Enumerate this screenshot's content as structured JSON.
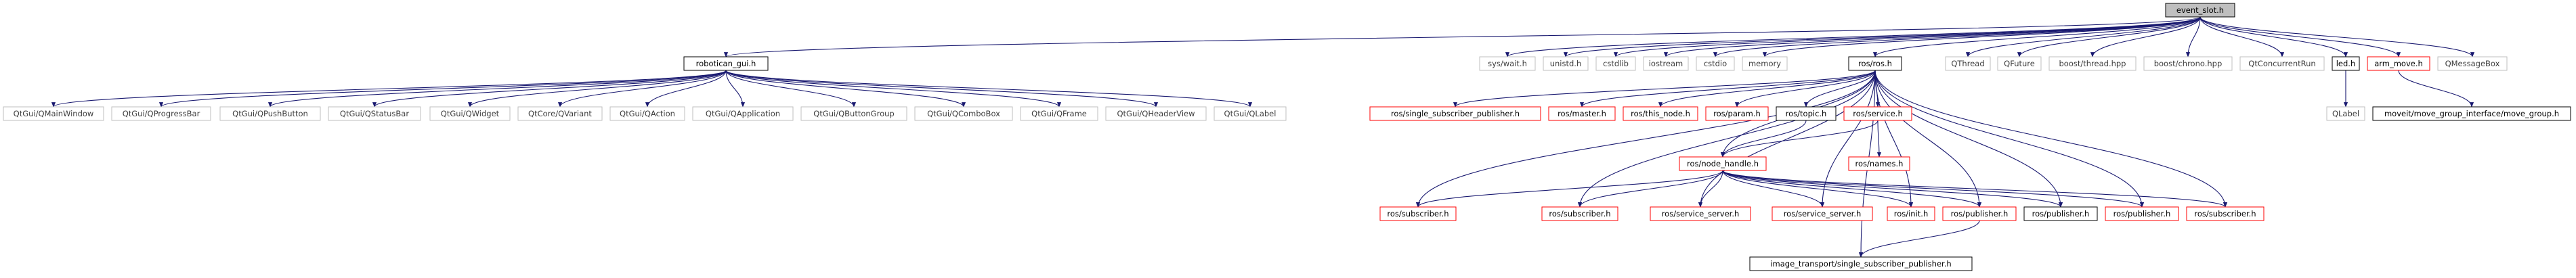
{
  "title": "event_slot.h",
  "colors": {
    "edge": "#191970",
    "border_black": "#000000",
    "border_gray": "#bfbfbf",
    "border_red": "#ff0000",
    "root_fill": "#bfbfbf",
    "text_main": "#000000",
    "text_gray": "#3c3c3c"
  },
  "nodes": [
    {
      "id": "event_slot",
      "label": "event_slot.h",
      "style": "root"
    },
    {
      "id": "robotican_gui",
      "label": "robotican_gui.h",
      "style": "black"
    },
    {
      "id": "sys_wait",
      "label": "sys/wait.h",
      "style": "gray"
    },
    {
      "id": "unistd",
      "label": "unistd.h",
      "style": "gray"
    },
    {
      "id": "cstdlib",
      "label": "cstdlib",
      "style": "gray"
    },
    {
      "id": "iostream",
      "label": "iostream",
      "style": "gray"
    },
    {
      "id": "cstdio",
      "label": "cstdio",
      "style": "gray"
    },
    {
      "id": "memory",
      "label": "memory",
      "style": "gray"
    },
    {
      "id": "ros_ros",
      "label": "ros/ros.h",
      "style": "black"
    },
    {
      "id": "qthread",
      "label": "QThread",
      "style": "gray"
    },
    {
      "id": "qfuture",
      "label": "QFuture",
      "style": "gray"
    },
    {
      "id": "boost_thread",
      "label": "boost/thread.hpp",
      "style": "gray"
    },
    {
      "id": "boost_chrono",
      "label": "boost/chrono.hpp",
      "style": "gray"
    },
    {
      "id": "qconcurrent",
      "label": "QtConcurrentRun",
      "style": "gray"
    },
    {
      "id": "led",
      "label": "led.h",
      "style": "black"
    },
    {
      "id": "arm_move",
      "label": "arm_move.h",
      "style": "red"
    },
    {
      "id": "qmessagebox",
      "label": "QMessageBox",
      "style": "gray"
    },
    {
      "id": "qmainwindow",
      "label": "QtGui/QMainWindow",
      "style": "gray"
    },
    {
      "id": "qprogressbar",
      "label": "QtGui/QProgressBar",
      "style": "gray"
    },
    {
      "id": "qpushbutton",
      "label": "QtGui/QPushButton",
      "style": "gray"
    },
    {
      "id": "qstatusbar",
      "label": "QtGui/QStatusBar",
      "style": "gray"
    },
    {
      "id": "qwidget",
      "label": "QtGui/QWidget",
      "style": "gray"
    },
    {
      "id": "qvariant",
      "label": "QtCore/QVariant",
      "style": "gray"
    },
    {
      "id": "qaction",
      "label": "QtGui/QAction",
      "style": "gray"
    },
    {
      "id": "qapplication",
      "label": "QtGui/QApplication",
      "style": "gray"
    },
    {
      "id": "qbuttongroup",
      "label": "QtGui/QButtonGroup",
      "style": "gray"
    },
    {
      "id": "qcombobox",
      "label": "QtGui/QComboBox",
      "style": "gray"
    },
    {
      "id": "qframe",
      "label": "QtGui/QFrame",
      "style": "gray"
    },
    {
      "id": "qheaderview",
      "label": "QtGui/QHeaderView",
      "style": "gray"
    },
    {
      "id": "qlabel_gui",
      "label": "QtGui/QLabel",
      "style": "gray"
    },
    {
      "id": "ssp_red",
      "label": "ros/single_subscriber_publisher.h",
      "style": "red"
    },
    {
      "id": "ros_master",
      "label": "ros/master.h",
      "style": "red"
    },
    {
      "id": "ros_this_node",
      "label": "ros/this_node.h",
      "style": "red"
    },
    {
      "id": "ros_param",
      "label": "ros/param.h",
      "style": "red"
    },
    {
      "id": "ros_topic",
      "label": "ros/topic.h",
      "style": "black"
    },
    {
      "id": "ros_service",
      "label": "ros/service.h",
      "style": "red"
    },
    {
      "id": "ros_node_handle",
      "label": "ros/node_handle.h",
      "style": "red"
    },
    {
      "id": "ros_names",
      "label": "ros/names.h",
      "style": "red"
    },
    {
      "id": "qlabel",
      "label": "QLabel",
      "style": "gray"
    },
    {
      "id": "moveit_mgi",
      "label": "moveit/move_group_interface/move_group.h",
      "style": "black"
    },
    {
      "id": "ros_subscriber1",
      "label": "ros/subscriber.h",
      "style": "red"
    },
    {
      "id": "ros_subscriber2",
      "label": "ros/subscriber.h",
      "style": "red"
    },
    {
      "id": "ros_service_server1",
      "label": "ros/service_server.h",
      "style": "red"
    },
    {
      "id": "ros_service_server2",
      "label": "ros/service_server.h",
      "style": "red"
    },
    {
      "id": "ros_init",
      "label": "ros/init.h",
      "style": "red"
    },
    {
      "id": "ros_publisher1",
      "label": "ros/publisher.h",
      "style": "red"
    },
    {
      "id": "ros_publisher_black",
      "label": "ros/publisher.h",
      "style": "black"
    },
    {
      "id": "ros_publisher2",
      "label": "ros/publisher.h",
      "style": "red"
    },
    {
      "id": "ros_subscriber3",
      "label": "ros/subscriber.h",
      "style": "red"
    },
    {
      "id": "image_transport_ssp",
      "label": "image_transport/single_subscriber_publisher.h",
      "style": "black"
    }
  ],
  "edges": [
    [
      "event_slot",
      "robotican_gui"
    ],
    [
      "event_slot",
      "sys_wait"
    ],
    [
      "event_slot",
      "unistd"
    ],
    [
      "event_slot",
      "cstdlib"
    ],
    [
      "event_slot",
      "iostream"
    ],
    [
      "event_slot",
      "cstdio"
    ],
    [
      "event_slot",
      "memory"
    ],
    [
      "event_slot",
      "ros_ros"
    ],
    [
      "event_slot",
      "qthread"
    ],
    [
      "event_slot",
      "qfuture"
    ],
    [
      "event_slot",
      "boost_thread"
    ],
    [
      "event_slot",
      "boost_chrono"
    ],
    [
      "event_slot",
      "qconcurrent"
    ],
    [
      "event_slot",
      "led"
    ],
    [
      "event_slot",
      "arm_move"
    ],
    [
      "event_slot",
      "qmessagebox"
    ],
    [
      "robotican_gui",
      "qmainwindow"
    ],
    [
      "robotican_gui",
      "qprogressbar"
    ],
    [
      "robotican_gui",
      "qpushbutton"
    ],
    [
      "robotican_gui",
      "qstatusbar"
    ],
    [
      "robotican_gui",
      "qwidget"
    ],
    [
      "robotican_gui",
      "qvariant"
    ],
    [
      "robotican_gui",
      "qaction"
    ],
    [
      "robotican_gui",
      "qapplication"
    ],
    [
      "robotican_gui",
      "qbuttongroup"
    ],
    [
      "robotican_gui",
      "qcombobox"
    ],
    [
      "robotican_gui",
      "qframe"
    ],
    [
      "robotican_gui",
      "qheaderview"
    ],
    [
      "robotican_gui",
      "qlabel_gui"
    ],
    [
      "ros_ros",
      "ssp_red"
    ],
    [
      "ros_ros",
      "ros_master"
    ],
    [
      "ros_ros",
      "ros_this_node"
    ],
    [
      "ros_ros",
      "ros_param"
    ],
    [
      "ros_ros",
      "ros_topic"
    ],
    [
      "ros_ros",
      "ros_service"
    ],
    [
      "ros_ros",
      "ros_node_handle"
    ],
    [
      "ros_ros",
      "ros_subscriber1"
    ],
    [
      "ros_ros",
      "ros_subscriber2"
    ],
    [
      "ros_ros",
      "ros_service_server1"
    ],
    [
      "ros_ros",
      "ros_service_server2"
    ],
    [
      "ros_ros",
      "ros_init"
    ],
    [
      "ros_ros",
      "ros_publisher1"
    ],
    [
      "ros_ros",
      "ros_publisher_black"
    ],
    [
      "ros_ros",
      "ros_publisher2"
    ],
    [
      "ros_ros",
      "ros_subscriber3"
    ],
    [
      "ros_ros",
      "image_transport_ssp"
    ],
    [
      "ros_topic",
      "ros_node_handle"
    ],
    [
      "ros_service",
      "ros_node_handle"
    ],
    [
      "ros_service",
      "ros_names"
    ],
    [
      "led",
      "qlabel"
    ],
    [
      "arm_move",
      "moveit_mgi"
    ],
    [
      "ros_node_handle",
      "ros_subscriber1"
    ],
    [
      "ros_node_handle",
      "ros_subscriber2"
    ],
    [
      "ros_node_handle",
      "ros_service_server1"
    ],
    [
      "ros_node_handle",
      "ros_service_server2"
    ],
    [
      "ros_node_handle",
      "ros_init"
    ],
    [
      "ros_node_handle",
      "ros_publisher1"
    ],
    [
      "ros_node_handle",
      "ros_publisher_black"
    ],
    [
      "ros_node_handle",
      "ros_publisher2"
    ],
    [
      "ros_node_handle",
      "ros_subscriber3"
    ],
    [
      "ros_publisher1",
      "image_transport_ssp"
    ]
  ]
}
